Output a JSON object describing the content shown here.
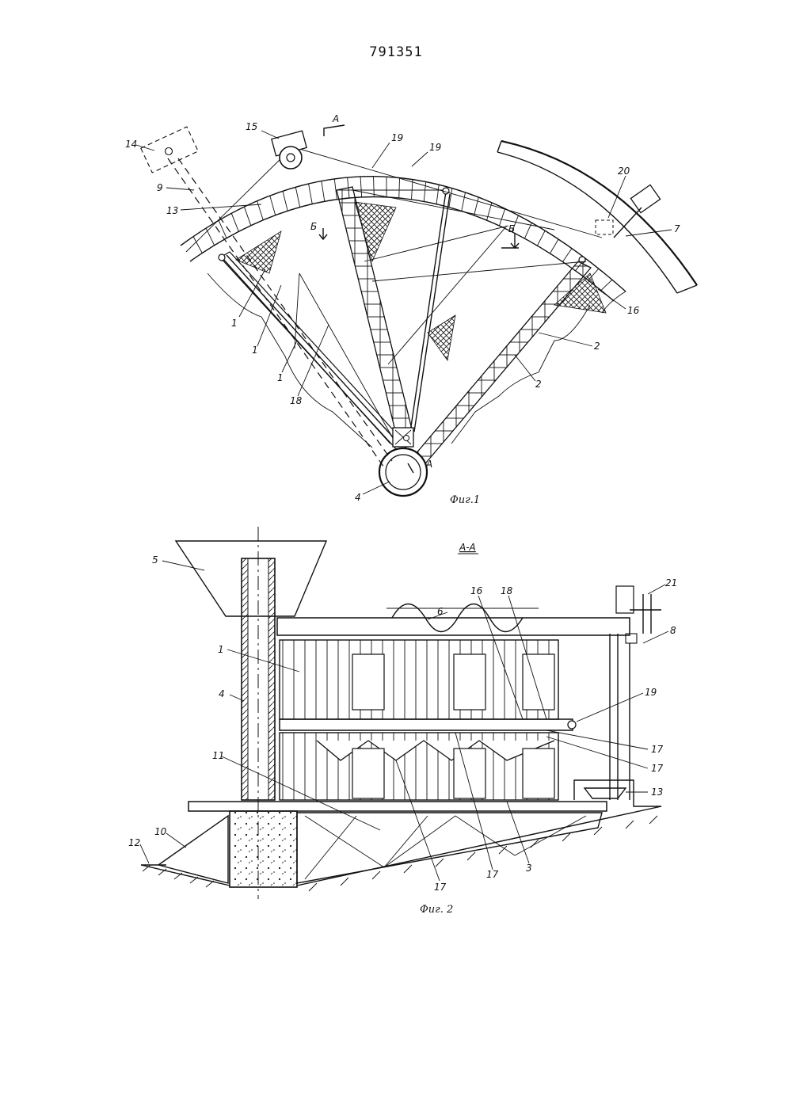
{
  "document": {
    "number": "791351"
  },
  "figure1": {
    "caption": "Фиг.1",
    "section_mark_a": "А",
    "section_mark_b": "Б",
    "labels": {
      "l1a": "1",
      "l1b": "1",
      "l1c": "1",
      "l2a": "2",
      "l2b": "2",
      "l4": "4",
      "l7": "7",
      "l9": "9",
      "l13": "13",
      "l14": "14",
      "l15": "15",
      "l16": "16",
      "l18": "18",
      "l19a": "19",
      "l19b": "19",
      "l20": "20"
    }
  },
  "figure2": {
    "caption": "Фиг. 2",
    "section_title": "А-А",
    "labels": {
      "l1": "1",
      "l3": "3",
      "l4": "4",
      "l5": "5",
      "l6": "6",
      "l8": "8",
      "l10": "10",
      "l11": "11",
      "l12": "12",
      "l13": "13",
      "l16": "16",
      "l17a": "17",
      "l17b": "17",
      "l17c": "17",
      "l17d": "17",
      "l18": "18",
      "l19": "19",
      "l21": "21"
    }
  }
}
